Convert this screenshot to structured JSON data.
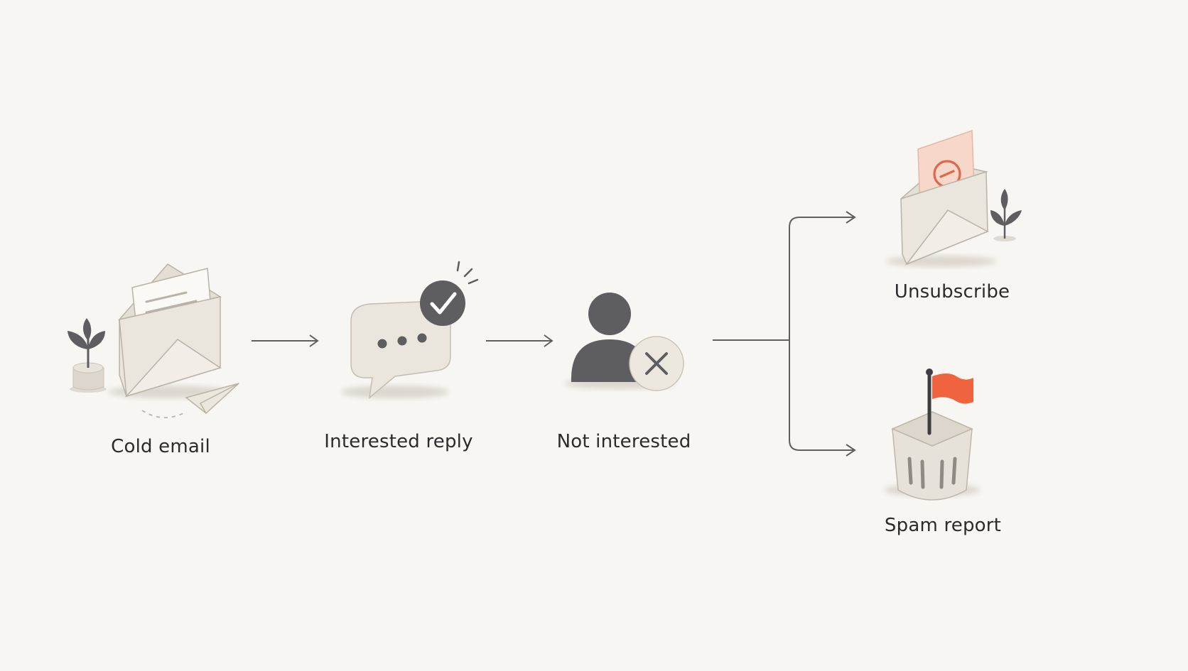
{
  "nodes": {
    "cold_email": {
      "label": "Cold email",
      "icon": "envelope-icon"
    },
    "interested_reply": {
      "label": "Interested reply",
      "icon": "chat-bubble-check-icon"
    },
    "not_interested": {
      "label": "Not interested",
      "icon": "person-x-icon"
    },
    "unsubscribe": {
      "label": "Unsubscribe",
      "icon": "envelope-minus-icon"
    },
    "spam_report": {
      "label": "Spam report",
      "icon": "trash-flag-icon"
    }
  },
  "colors": {
    "background": "#f8f6f2",
    "line": "#5f5f5f",
    "dark": "#5e5d60",
    "paper": "#ede8df",
    "accent": "#f0633f",
    "accent_soft": "#f8d7cb"
  }
}
